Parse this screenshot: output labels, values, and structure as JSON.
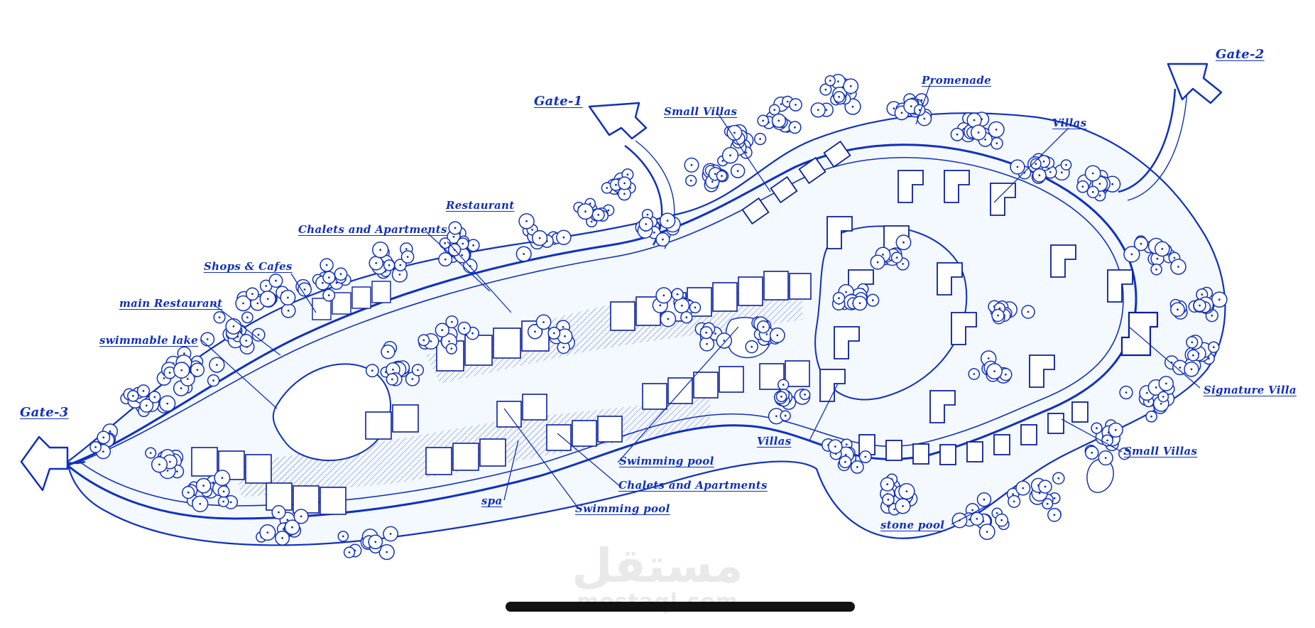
{
  "colors": {
    "ink": "#1030c0",
    "ink_dark": "#0a1f9e",
    "fill": "#cfe0ff",
    "background": "#ffffff"
  },
  "labels": {
    "gate_1": "Gate-1",
    "gate_2": "Gate-2",
    "gate_3": "Gate-3",
    "promenade": "Promenade",
    "small_villas_top": "Small Villas",
    "villas_top": "Villas",
    "restaurant": "Restaurant",
    "chalets_apartments_top": "Chalets and Apartments",
    "shops_cafes": "Shops & Cafes",
    "main_restaurant": "main Restaurant",
    "swimmable_lake": "swimmable lake",
    "signature_villa": "Signature Villa",
    "small_villas_bottom": "Small Villas",
    "villas_bottom": "Villas",
    "swimming_pool_upper": "Swimming pool",
    "chalets_apartments_bottom": "Chalets and Apartments",
    "spa": "spa",
    "swimming_pool_lower": "Swimming pool",
    "stone_pool": "stone pool"
  },
  "watermark": {
    "arabic": "مستقل",
    "latin": "mostaql.com"
  }
}
